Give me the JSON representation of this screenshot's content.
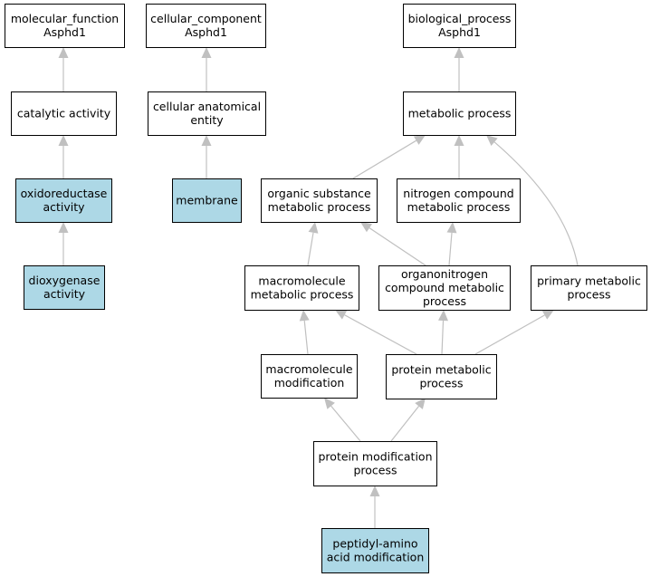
{
  "colors": {
    "background": "#ffffff",
    "node_default_fill": "#ffffff",
    "node_highlight_fill": "#add8e6",
    "node_border": "#000000",
    "edge": "#c0c0c0"
  },
  "nodes": [
    {
      "id": "molecular-function",
      "lines": [
        "molecular_function",
        "Asphd1"
      ],
      "highlight": false
    },
    {
      "id": "cellular-component",
      "lines": [
        "cellular_component",
        "Asphd1"
      ],
      "highlight": false
    },
    {
      "id": "biological-process",
      "lines": [
        "biological_process",
        "Asphd1"
      ],
      "highlight": false
    },
    {
      "id": "catalytic-activity",
      "lines": [
        "catalytic activity"
      ],
      "highlight": false
    },
    {
      "id": "cellular-anatomical-entity",
      "lines": [
        "cellular anatomical",
        "entity"
      ],
      "highlight": false
    },
    {
      "id": "metabolic-process",
      "lines": [
        "metabolic process"
      ],
      "highlight": false
    },
    {
      "id": "oxidoreductase-activity",
      "lines": [
        "oxidoreductase",
        "activity"
      ],
      "highlight": true
    },
    {
      "id": "membrane",
      "lines": [
        "membrane"
      ],
      "highlight": true
    },
    {
      "id": "organic-substance-metabolic-process",
      "lines": [
        "organic substance",
        "metabolic process"
      ],
      "highlight": false
    },
    {
      "id": "nitrogen-compound-metabolic-process",
      "lines": [
        "nitrogen compound",
        "metabolic process"
      ],
      "highlight": false
    },
    {
      "id": "dioxygenase-activity",
      "lines": [
        "dioxygenase",
        "activity"
      ],
      "highlight": true
    },
    {
      "id": "macromolecule-metabolic-process",
      "lines": [
        "macromolecule",
        "metabolic process"
      ],
      "highlight": false
    },
    {
      "id": "organonitrogen-compound-metabolic-process",
      "lines": [
        "organonitrogen",
        "compound metabolic",
        "process"
      ],
      "highlight": false
    },
    {
      "id": "primary-metabolic-process",
      "lines": [
        "primary metabolic",
        "process"
      ],
      "highlight": false
    },
    {
      "id": "macromolecule-modification",
      "lines": [
        "macromolecule",
        "modification"
      ],
      "highlight": false
    },
    {
      "id": "protein-metabolic-process",
      "lines": [
        "protein metabolic",
        "process"
      ],
      "highlight": false
    },
    {
      "id": "protein-modification-process",
      "lines": [
        "protein modification",
        "process"
      ],
      "highlight": false
    },
    {
      "id": "peptidyl-amino-acid-modification",
      "lines": [
        "peptidyl-amino",
        "acid modification"
      ],
      "highlight": true
    }
  ],
  "edges": [
    {
      "from": "catalytic-activity",
      "to": "molecular-function"
    },
    {
      "from": "oxidoreductase-activity",
      "to": "catalytic-activity"
    },
    {
      "from": "dioxygenase-activity",
      "to": "oxidoreductase-activity"
    },
    {
      "from": "cellular-anatomical-entity",
      "to": "cellular-component"
    },
    {
      "from": "membrane",
      "to": "cellular-anatomical-entity"
    },
    {
      "from": "metabolic-process",
      "to": "biological-process"
    },
    {
      "from": "organic-substance-metabolic-process",
      "to": "metabolic-process"
    },
    {
      "from": "nitrogen-compound-metabolic-process",
      "to": "metabolic-process"
    },
    {
      "from": "primary-metabolic-process",
      "to": "metabolic-process"
    },
    {
      "from": "macromolecule-metabolic-process",
      "to": "organic-substance-metabolic-process"
    },
    {
      "from": "organonitrogen-compound-metabolic-process",
      "to": "organic-substance-metabolic-process"
    },
    {
      "from": "organonitrogen-compound-metabolic-process",
      "to": "nitrogen-compound-metabolic-process"
    },
    {
      "from": "macromolecule-modification",
      "to": "macromolecule-metabolic-process"
    },
    {
      "from": "protein-metabolic-process",
      "to": "macromolecule-metabolic-process"
    },
    {
      "from": "protein-metabolic-process",
      "to": "organonitrogen-compound-metabolic-process"
    },
    {
      "from": "protein-metabolic-process",
      "to": "primary-metabolic-process"
    },
    {
      "from": "protein-modification-process",
      "to": "macromolecule-modification"
    },
    {
      "from": "protein-modification-process",
      "to": "protein-metabolic-process"
    },
    {
      "from": "peptidyl-amino-acid-modification",
      "to": "protein-modification-process"
    }
  ]
}
